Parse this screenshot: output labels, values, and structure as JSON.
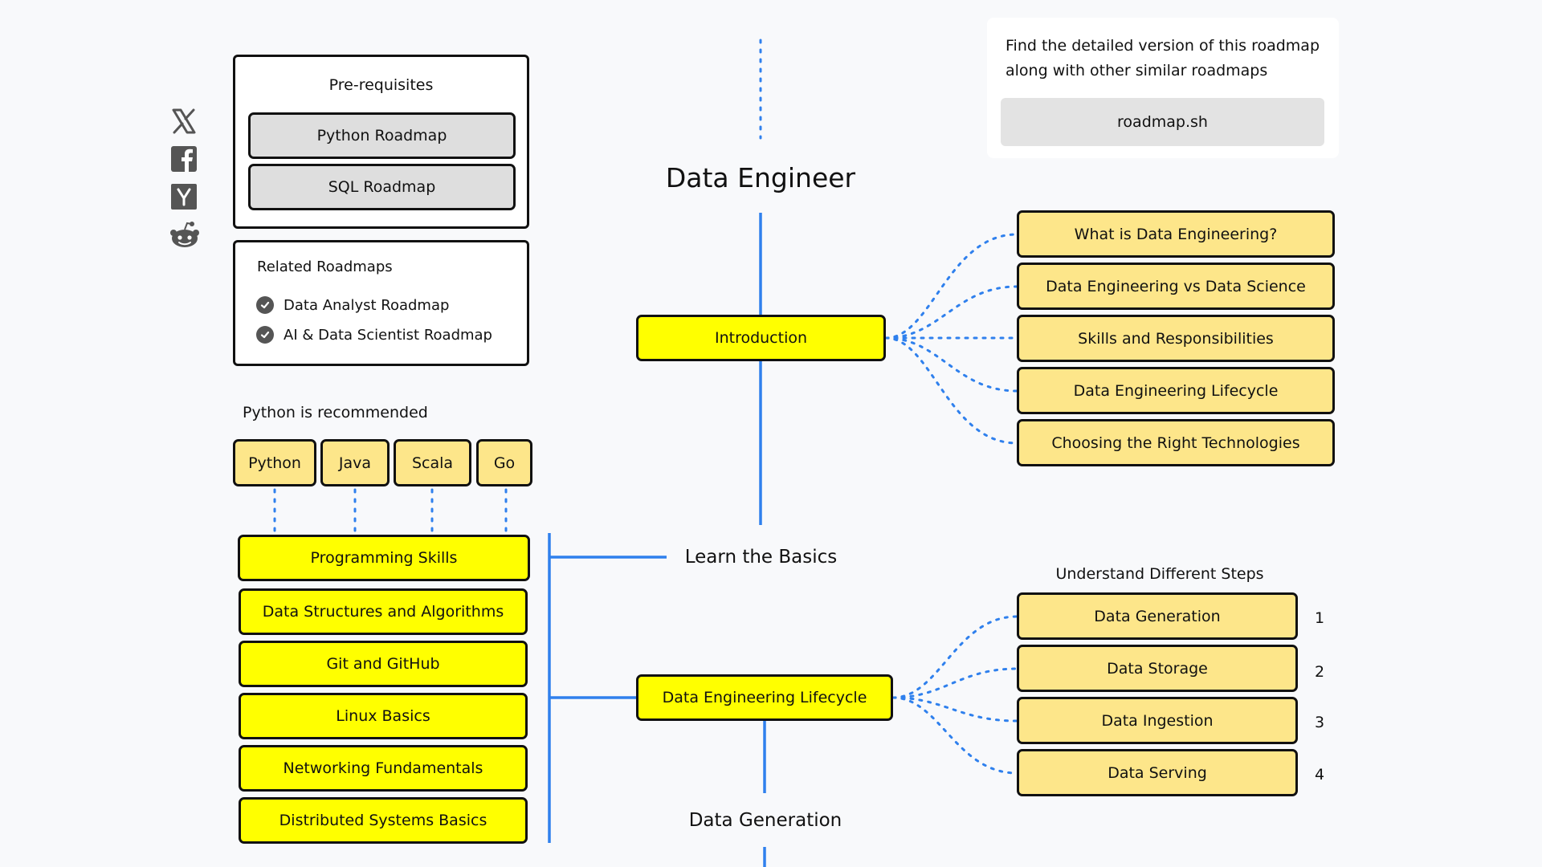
{
  "social": {
    "icons": [
      "x-icon",
      "facebook-icon",
      "hackernews-icon",
      "reddit-icon"
    ]
  },
  "prerequisites": {
    "title": "Pre-requisites",
    "items": [
      "Python Roadmap",
      "SQL Roadmap"
    ]
  },
  "related": {
    "title": "Related Roadmaps",
    "items": [
      "Data Analyst Roadmap",
      "AI & Data Scientist Roadmap"
    ]
  },
  "promo": {
    "text_line1": "Find the detailed version of this roadmap",
    "text_line2": "along with other similar roadmaps",
    "button": "roadmap.sh"
  },
  "roadmap": {
    "title": "Data Engineer",
    "introduction": {
      "label": "Introduction",
      "topics": [
        "What is Data Engineering?",
        "Data Engineering vs Data Science",
        "Skills and Responsibilities",
        "Data Engineering Lifecycle",
        "Choosing the Right Technologies"
      ]
    },
    "languages": {
      "note": "Python is recommended",
      "items": [
        "Python",
        "Java",
        "Scala",
        "Go"
      ]
    },
    "basics": {
      "heading": "Learn the Basics",
      "items": [
        "Programming Skills",
        "Data Structures and Algorithms",
        "Git and GitHub",
        "Linux Basics",
        "Networking Fundamentals",
        "Distributed Systems Basics"
      ]
    },
    "lifecycle": {
      "label": "Data Engineering Lifecycle",
      "steps_heading": "Understand Different Steps",
      "steps": [
        "Data Generation",
        "Data Storage",
        "Data Ingestion",
        "Data Serving"
      ],
      "step_numbers": [
        "1",
        "2",
        "3",
        "4"
      ]
    },
    "next_heading": "Data Generation"
  },
  "colors": {
    "accent_blue": "#2f80ed",
    "primary_yellow": "#ffff00",
    "secondary_tan": "#fde68a"
  }
}
